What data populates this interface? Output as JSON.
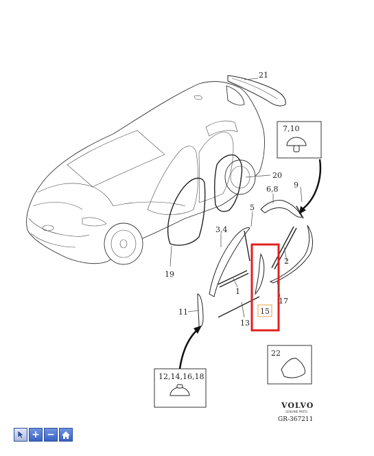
{
  "callouts": {
    "c21": "21",
    "c7_10": "7,10",
    "c9": "9",
    "c6_8": "6,8",
    "c20": "20",
    "c5": "5",
    "c3_4": "3,4",
    "c2": "2",
    "c19": "19",
    "c1": "1",
    "c17": "17",
    "c15": "15",
    "c11": "11",
    "c13": "13",
    "c22": "22",
    "c12_14_16_18": "12,14,16,18"
  },
  "branding": {
    "logo_text": "VOLVO",
    "logo_subtext": "GENUINE PARTS",
    "drawing_number": "GR-367211"
  },
  "highlight": {
    "color": "#e0201f",
    "label_box_color": "#e8a040"
  },
  "toolbar": {
    "buttons": [
      {
        "name": "select-pointer-icon"
      },
      {
        "name": "zoom-in-icon",
        "glyph": "+"
      },
      {
        "name": "zoom-out-icon",
        "glyph": "−"
      },
      {
        "name": "home-icon"
      }
    ]
  }
}
